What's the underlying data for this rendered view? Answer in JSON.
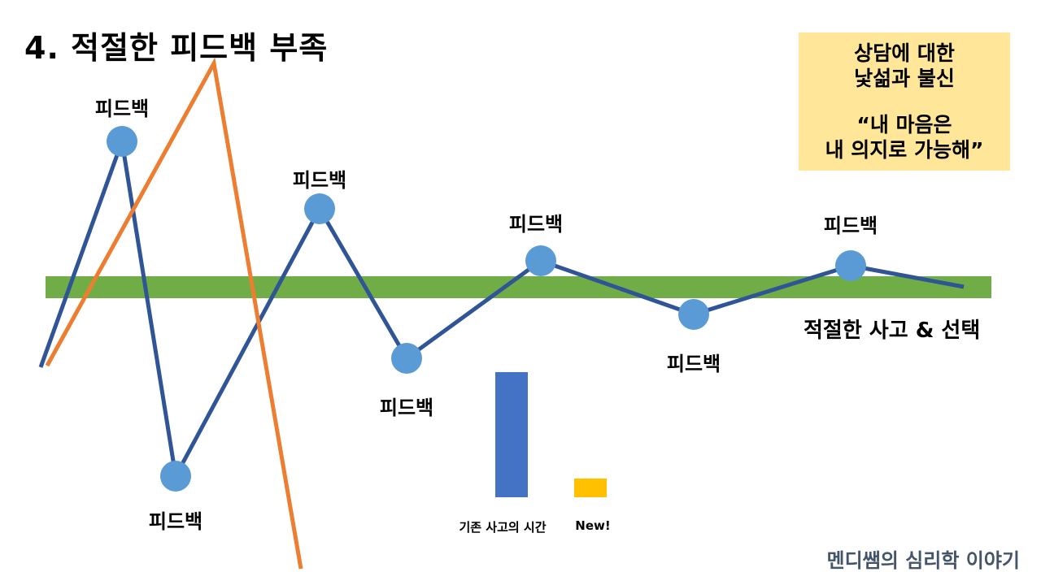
{
  "slide": {
    "title": "4. 적절한 피드백 부족"
  },
  "diagram": {
    "node_label": "피드백",
    "baseline_label": "적절한 사고 & 선택",
    "colors": {
      "baseline": "#70ad47",
      "feedback_line": "#2f5597",
      "node": "#5b9bd5",
      "impulse_line": "#ed7d31"
    }
  },
  "note": {
    "line1": "상담에 대한",
    "line2": "낯섦과 불신",
    "line3": "“내 마음은",
    "line4": "내 의지로 가능해”"
  },
  "chart_data": {
    "type": "bar",
    "categories": [
      "기존 사고의 시간",
      "New!"
    ],
    "values": [
      100,
      15
    ],
    "colors": [
      "#4472c4",
      "#ffc000"
    ],
    "ylim": [
      0,
      100
    ]
  },
  "brand": {
    "text": "멘디쌤의 심리학 이야기"
  }
}
